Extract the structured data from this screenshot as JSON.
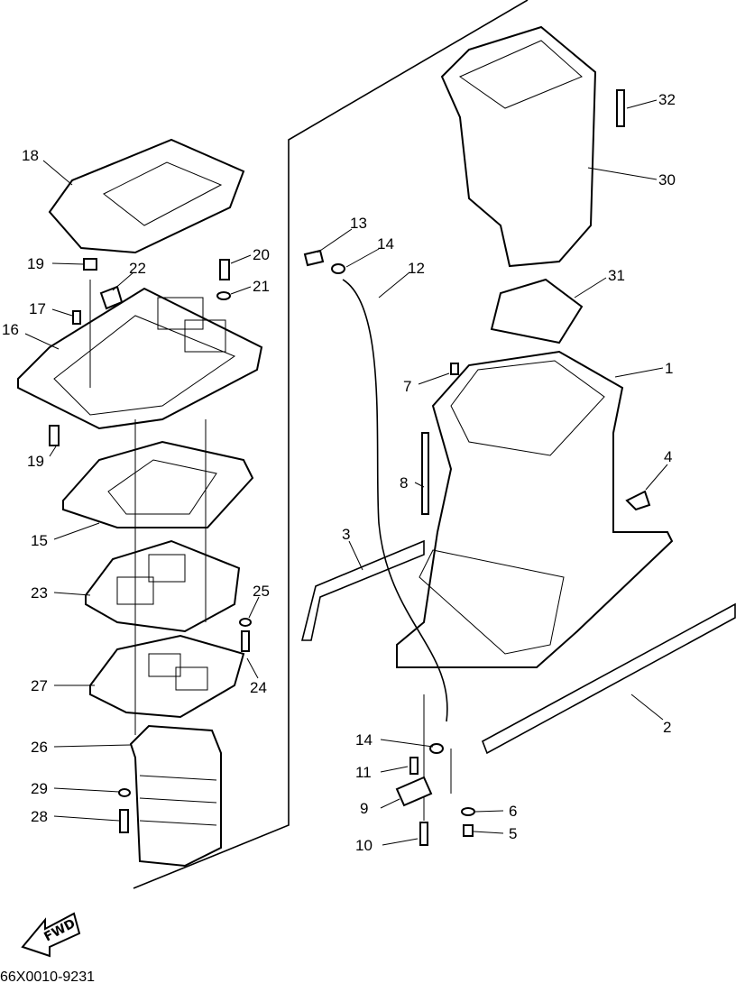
{
  "diagram_code": "66X0010-9231",
  "fwd_label": "FWD",
  "callouts": {
    "c1": "1",
    "c2": "2",
    "c3": "3",
    "c4": "4",
    "c5": "5",
    "c6": "6",
    "c7": "7",
    "c8": "8",
    "c9": "9",
    "c10": "10",
    "c11": "11",
    "c12": "12",
    "c13": "13",
    "c14a": "14",
    "c14b": "14",
    "c15": "15",
    "c16": "16",
    "c17": "17",
    "c18": "18",
    "c19a": "19",
    "c19b": "19",
    "c20": "20",
    "c21": "21",
    "c22": "22",
    "c23": "23",
    "c24": "24",
    "c25": "25",
    "c26": "26",
    "c27": "27",
    "c28": "28",
    "c29": "29",
    "c30": "30",
    "c31": "31",
    "c32": "32"
  }
}
